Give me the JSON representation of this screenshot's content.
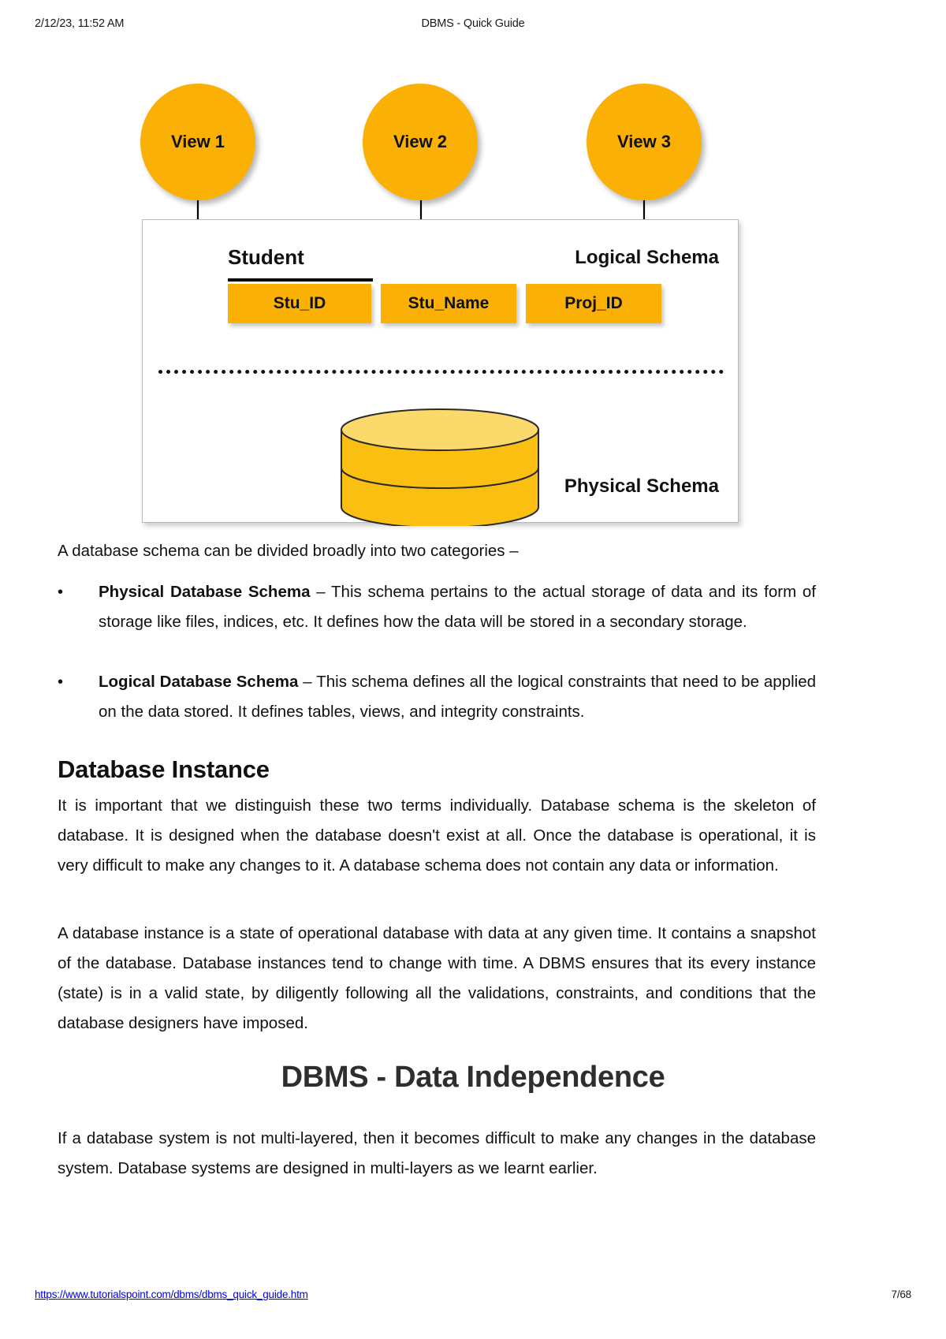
{
  "header": {
    "date": "2/12/23, 11:52 AM",
    "title": "DBMS - Quick Guide"
  },
  "figure": {
    "views": [
      {
        "label": "View 1"
      },
      {
        "label": "View 2"
      },
      {
        "label": "View 3"
      }
    ],
    "logical_schema_label": "Logical Schema",
    "physical_schema_label": "Physical Schema",
    "table_name": "Student",
    "attributes": [
      {
        "label": "Stu_ID"
      },
      {
        "label": "Stu_Name"
      },
      {
        "label": "Proj_ID"
      }
    ],
    "colors": {
      "bubble_fill": "#FAB005",
      "attribute_fill": "#FAB005",
      "cylinder_body": "#FBBF12",
      "cylinder_top": "#FBD96B",
      "box_border": "#B9B9B9",
      "arrow": "#000000"
    }
  },
  "body": {
    "intro": "A database schema can be divided broadly into two categories –",
    "bullets": [
      {
        "term": "Physical Database Schema",
        "text": " – This schema pertains to the actual storage of data and its form of storage like files, indices, etc. It defines how the data will be stored in a secondary storage."
      },
      {
        "term": "Logical Database Schema",
        "text": " – This schema defines all the logical constraints that need to be applied on the data stored. It defines tables, views, and integrity constraints."
      }
    ],
    "section_heading": "Database Instance",
    "paragraph_1": "It is important that we distinguish these two terms individually. Database schema is the skeleton of database. It is designed when the database doesn't exist at all. Once the database is operational, it is very difficult to make any changes to it. A database schema does not contain any data or information.",
    "paragraph_2": "A database instance is a state of operational database with data at any given time. It contains a snapshot of the database. Database instances tend to change with time. A DBMS ensures that its every instance (state) is in a valid state, by diligently following all the validations, constraints, and conditions that the database designers have imposed.",
    "chapter_heading": "DBMS - Data Independence",
    "paragraph_3": "If a database system is not multi-layered, then it becomes difficult to make any changes in the database system. Database systems are designed in multi-layers as we learnt earlier."
  },
  "footer": {
    "url": "https://www.tutorialspoint.com/dbms/dbms_quick_guide.htm",
    "page": "7/68"
  }
}
